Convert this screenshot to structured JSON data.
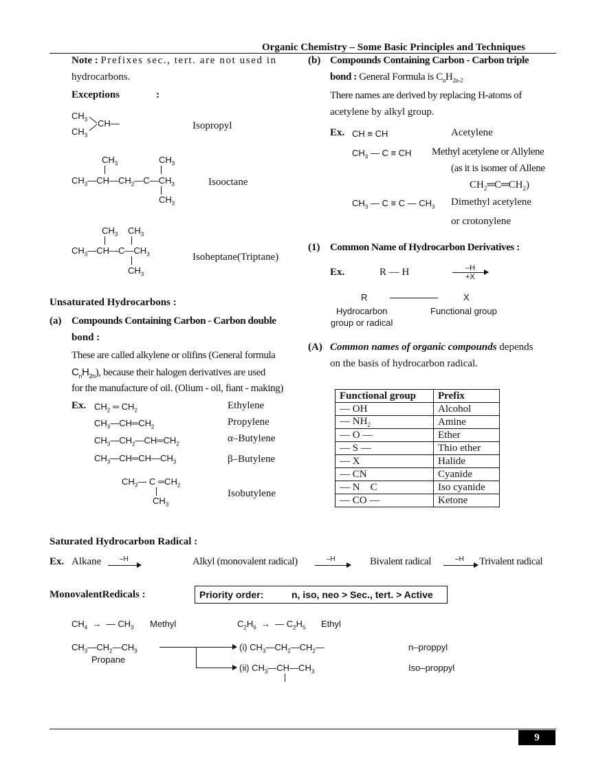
{
  "header": {
    "title": "Organic Chemistry – Some Basic Principles and Techniques"
  },
  "left": {
    "note_label": "Note :",
    "note_text1": "Prefixes sec., tert. are not used in",
    "note_text2": "hydrocarbons.",
    "exceptions_label": "Exceptions",
    "exceptions_colon": ":",
    "isopropyl": "Isopropyl",
    "isooctane": "Isooctane",
    "isoheptane": "Isoheptane(Triptane)",
    "unsat_heading": "Unsaturated Hydrocarbons :",
    "a_num": "(a)",
    "a_title1": "Compounds Containing Carbon - Carbon double",
    "a_title2": "bond :",
    "a_text1": "These are called alkylene or olifins (General formula",
    "a_text2": "), because their halogen derivatives are used",
    "a_text3": "for the manufacture of oil. (Olium - oil, fiant - making)",
    "ex_label": "Ex.",
    "ethylene": "Ethylene",
    "propylene": "Propylene",
    "a_butylene": "α–Butylene",
    "b_butylene": "β–Butylene",
    "isobutylene": "Isobutylene"
  },
  "right": {
    "b_num": "(b)",
    "b_title1": "Compounds Containing Carbon - Carbon triple",
    "b_title2": "bond :",
    "b_formula_prefix": "General Formula is",
    "b_text1": "There names are derived by replacing H-atoms of",
    "b_text2": "acetylene by alkyl group.",
    "ex_label": "Ex.",
    "acetylene": "Acetylene",
    "methyl_acetylene": "Methyl acetylene or Allylene",
    "isomer_note": "(as it is isomer of Allene",
    "dimethyl": "Dimethyl acetylene",
    "crotonylene": "or crotonylene",
    "one_num": "(1)",
    "common_title": "Common Name of Hydrocarbon Derivatives :",
    "ex2_label": "Ex.",
    "rh": "R — H",
    "minus_h": "–H",
    "plus_x": "+X",
    "r_label": "R",
    "x_label": "X",
    "hydrocarbon": "Hydrocarbon",
    "group_radical": "group or radical",
    "functional_group": "Functional group",
    "A_num": "(A)",
    "A_bold": "Common names of organic compounds",
    "A_text1": "depends",
    "A_text2": "on the basis of hydrocarbon radical."
  },
  "table": {
    "headers": [
      "Functional group",
      "Prefix"
    ],
    "rows": [
      [
        "— OH",
        "Alcohol"
      ],
      [
        "— NH",
        "Amine"
      ],
      [
        "— O —",
        "Ether"
      ],
      [
        "— S —",
        "Thio ether"
      ],
      [
        "— X",
        "Halide"
      ],
      [
        "— CN",
        "Cyanide"
      ],
      [
        "— N    C",
        "Iso cyanide"
      ],
      [
        "— CO —",
        "Ketone"
      ]
    ]
  },
  "bottom": {
    "sat_heading": "Saturated Hydrocarbon Radical :",
    "ex_label": "Ex.",
    "alkane": "Alkane",
    "minus_h": "–H",
    "alkyl": "Alkyl (monovalent radical)",
    "bivalent": "Bivalent radical",
    "trivalent": "Trivalent radical",
    "mono_heading": "MonovalentRedicals :",
    "priority_label": "Priority order:",
    "priority_value": "n, iso, neo > Sec., tert. > Active",
    "methyl": "Methyl",
    "ethyl": "Ethyl",
    "propane": "Propane",
    "i_label": "(i)",
    "ii_label": "(ii)",
    "npropyl": "n–proppyl",
    "isopropyl": "Iso–proppyl"
  },
  "page_number": "9"
}
